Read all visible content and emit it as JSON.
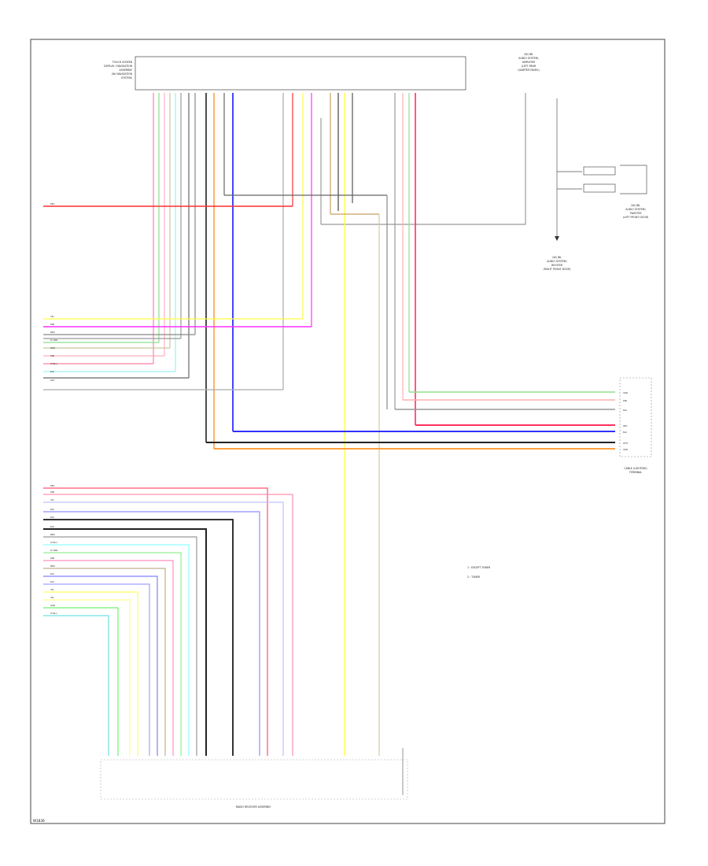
{
  "diagram": {
    "footer_code": "W1836",
    "modules": {
      "top_left_block": [
        "TOUCH SCREEN",
        "DISPLAY / NAVIGATION",
        "ASSEMBLY",
        "(W/ NAVIGATION",
        "SYSTEM)"
      ],
      "top_right_block": [
        "(W/ JBL",
        "AUDIO SYSTEM)",
        "AMPLIFIER",
        "(LEFT REAR",
        "QUARTER PANEL)"
      ],
      "right_mid_block": [
        "(W/ JBL",
        "AUDIO SYSTEM)",
        "TWEETER",
        "(LEFT FRONT DOOR)"
      ],
      "right_low_block": [
        "(W/ JBL",
        "AUDIO SYSTEM)",
        "WOOFER",
        "(RIGHT FRONT DOOR)"
      ],
      "cable_block": [
        "CABLE (LIGHTING)",
        "TERMINAL"
      ],
      "bottom_block": "RADIO RECEIVER ASSEMBLY"
    },
    "legend": [
      "1 : EXCEPT TUNER",
      "2 : TUNER"
    ],
    "left_wires_group1": [
      "RED"
    ],
    "left_wires_group2": [
      "YEL",
      "PNK",
      "BRN",
      "LT GRN",
      "GRN",
      "PNK",
      "LT BLU",
      "BLK",
      "GRY"
    ],
    "left_wires_group3": [
      "RED",
      "PNK",
      "VIO",
      "BLU",
      "BLK",
      "BLK",
      "BRN",
      "LT BLU",
      "LT GRN",
      "PNK",
      "BRN",
      "BLU",
      "BLU",
      "YEL",
      "YEL",
      "GRN",
      "LT BLU"
    ],
    "right_terminal_labels": [
      "GRN",
      "PNK",
      "BLK",
      "RED",
      "BLU",
      "WHT",
      "ORN"
    ]
  }
}
